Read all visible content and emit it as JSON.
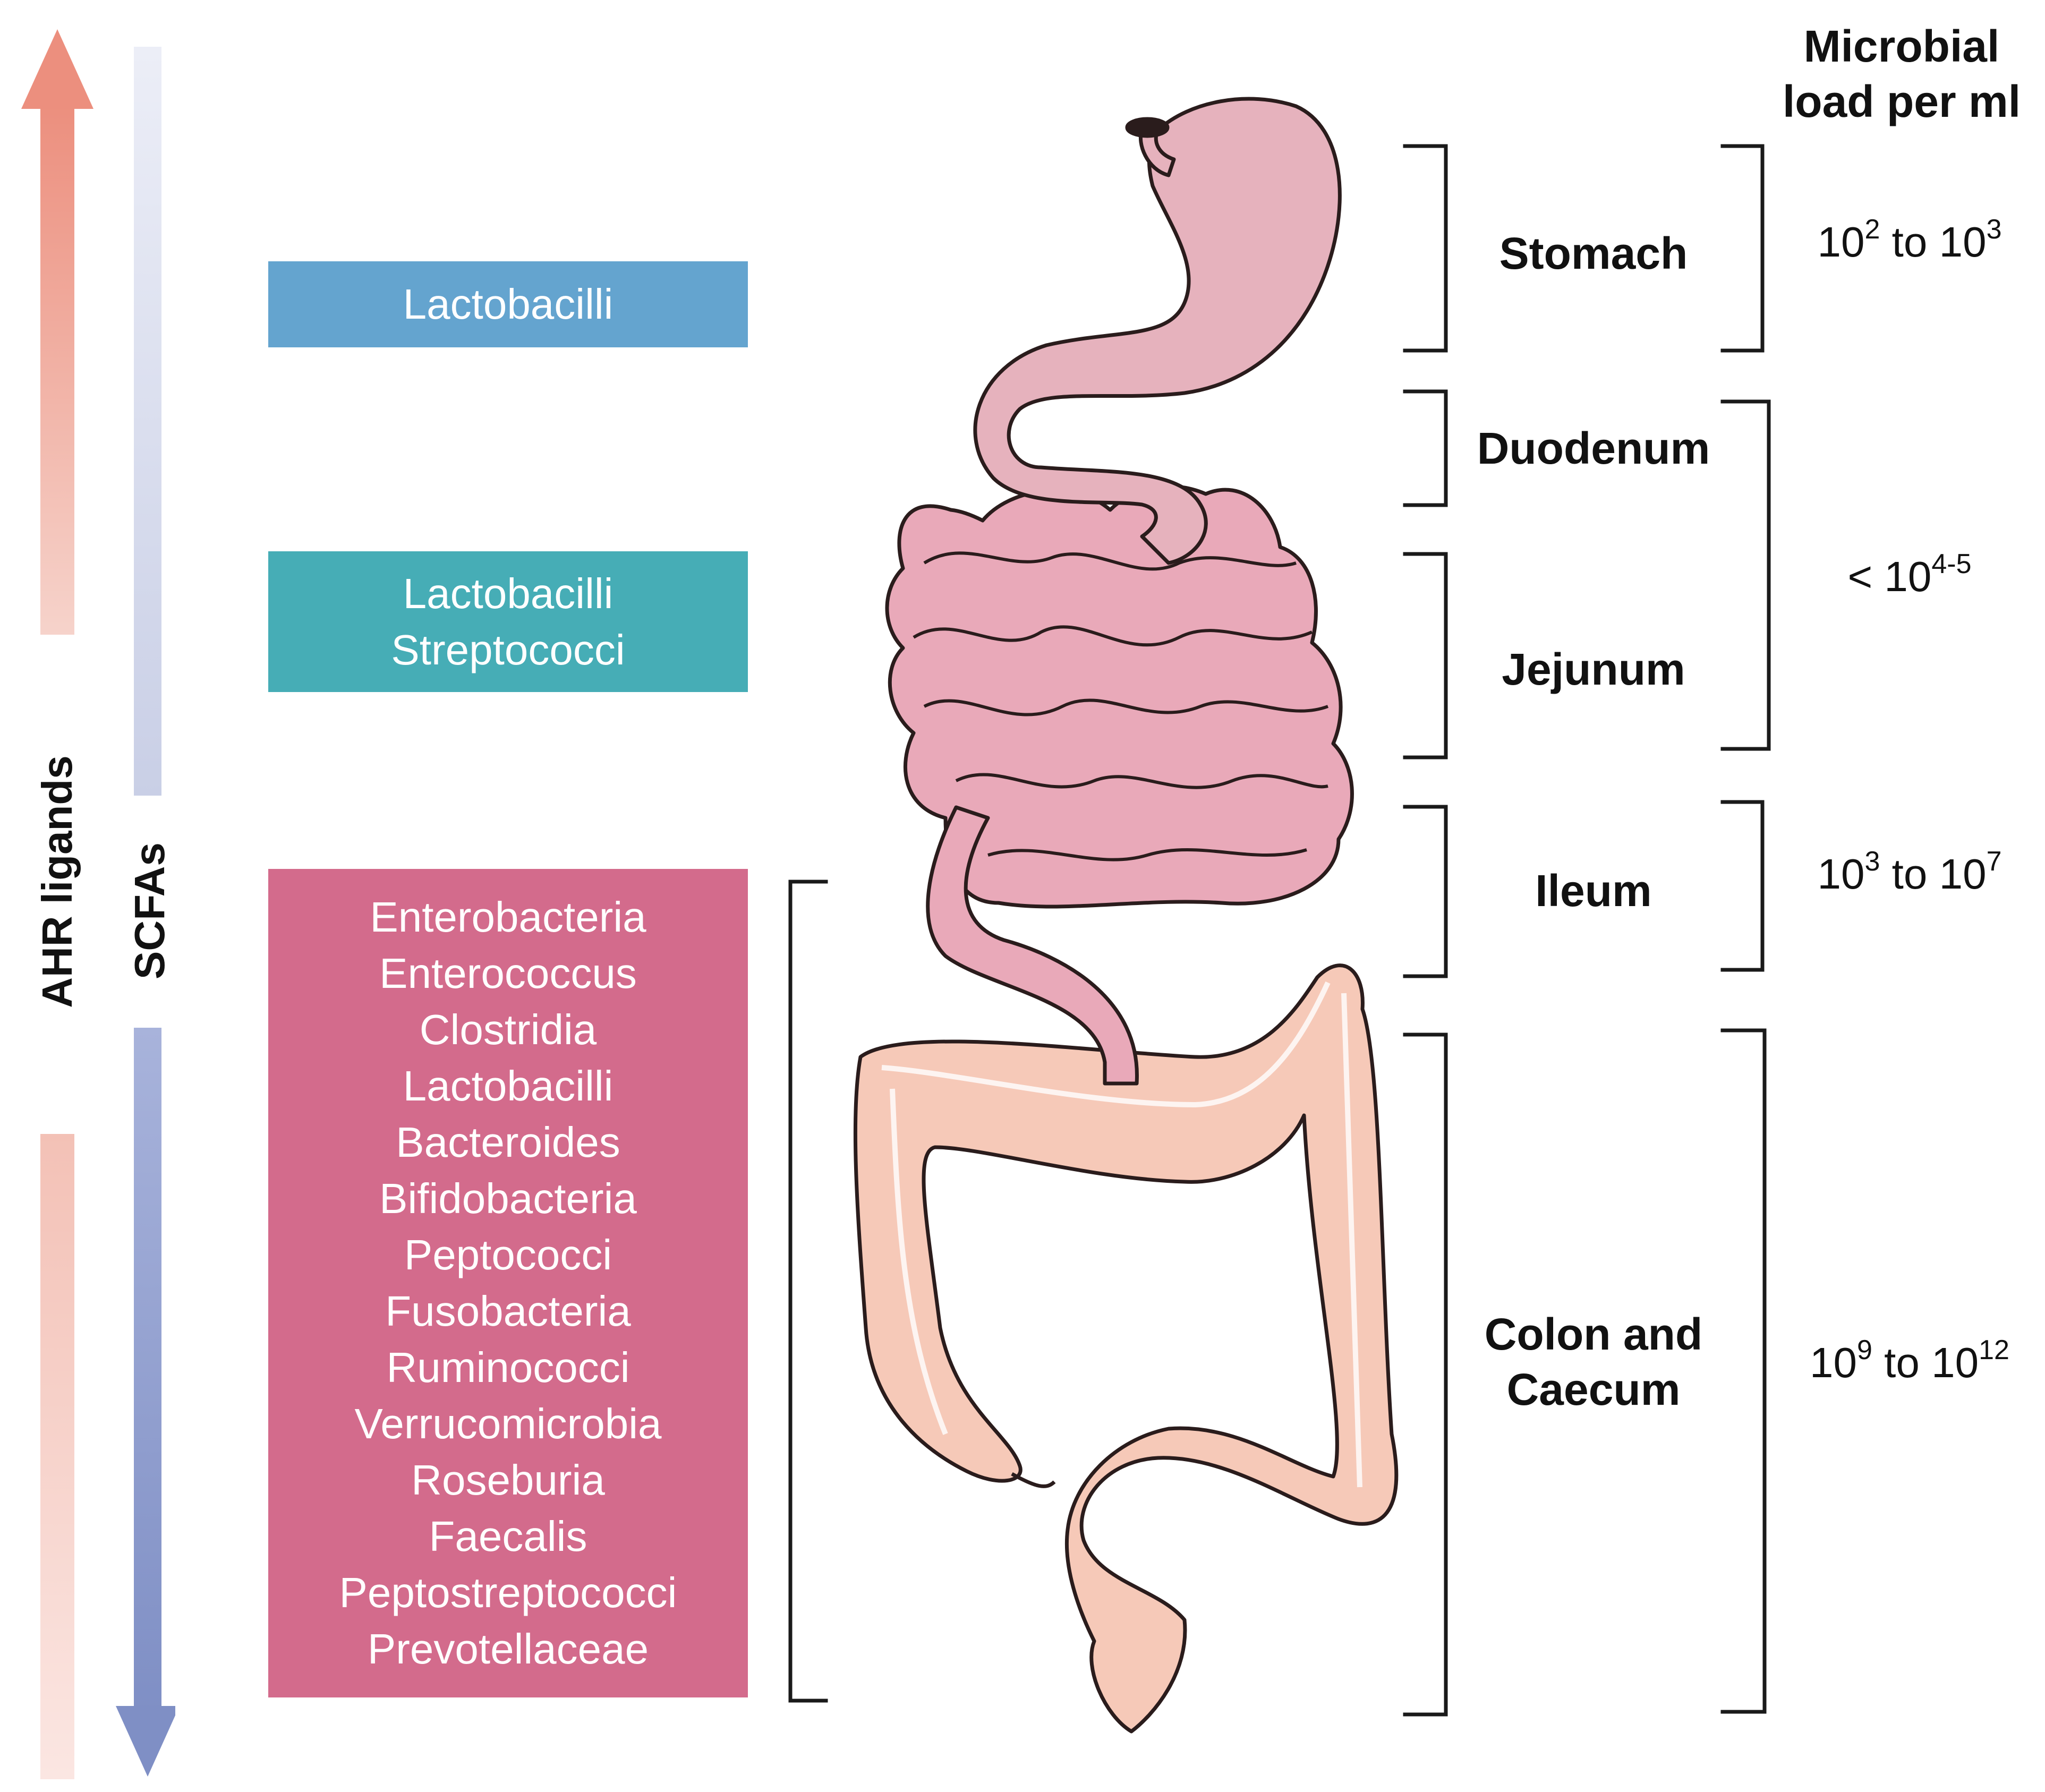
{
  "header": {
    "line1": "Microbial",
    "line2": "load per ml"
  },
  "gradients": {
    "ahr_label": "AHR ligands",
    "scfa_label": "SCFAs",
    "ahr_color": "#ec8f7e",
    "scfa_color": "#7f8fc5"
  },
  "bacteria_boxes": [
    {
      "color": "#64a4cf",
      "items": [
        "Lactobacilli"
      ]
    },
    {
      "color": "#46adb6",
      "items": [
        "Lactobacilli",
        "Streptococci"
      ]
    },
    {
      "color": "#d36b8c",
      "items": [
        "Enterobacteria",
        "Enterococcus",
        "Clostridia",
        "Lactobacilli",
        "Bacteroides",
        "Bifidobacteria",
        "Peptococci",
        "Fusobacteria",
        "Ruminococci",
        "Verrucomicrobia",
        "Roseburia",
        "Faecalis",
        "Peptostreptococci",
        "Prevotellaceae"
      ]
    }
  ],
  "regions": [
    {
      "name": "Stomach"
    },
    {
      "name": "Duodenum"
    },
    {
      "name": "Jejunum"
    },
    {
      "name": "Ileum"
    },
    {
      "name_line1": "Colon and",
      "name_line2": "Caecum"
    }
  ],
  "loads": [
    {
      "base1": "10",
      "exp1": "2",
      "sep": " to ",
      "base2": "10",
      "exp2": "3"
    },
    {
      "prefix": "< 10",
      "exp": "4-5"
    },
    {
      "base1": "10",
      "exp1": "3",
      "sep": " to ",
      "base2": "10",
      "exp2": "7"
    },
    {
      "base1": "10",
      "exp1": "9",
      "sep": " to ",
      "base2": "10",
      "exp2": "12"
    }
  ],
  "organ_colors": {
    "small_intestine": "#e9a9b9",
    "stomach": "#e6b2bd",
    "colon": "#f6c9b8"
  }
}
